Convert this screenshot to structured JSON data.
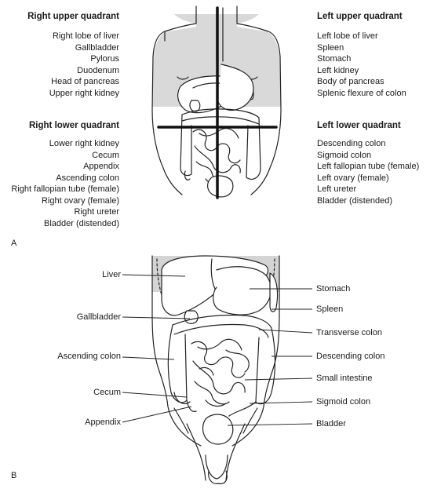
{
  "panel_a": {
    "letter": "A",
    "quadrants": {
      "right_upper": {
        "title": "Right upper quadrant",
        "items": [
          "Right lobe of liver",
          "Gallbladder",
          "Pylorus",
          "Duodenum",
          "Head of pancreas",
          "Upper right kidney"
        ]
      },
      "left_upper": {
        "title": "Left upper quadrant",
        "items": [
          "Left lobe of liver",
          "Spleen",
          "Stomach",
          "Left kidney",
          "Body of pancreas",
          "Splenic flexure of colon"
        ]
      },
      "right_lower": {
        "title": "Right lower quadrant",
        "items": [
          "Lower right kidney",
          "Cecum",
          "Appendix",
          "Ascending colon",
          "Right fallopian tube (female)",
          "Right ovary (female)",
          "Right ureter",
          "Bladder (distended)"
        ]
      },
      "left_lower": {
        "title": "Left lower quadrant",
        "items": [
          "Descending colon",
          "Sigmoid colon",
          "Left fallopian tube (female)",
          "Left ovary (female)",
          "Left ureter",
          "Bladder (distended)"
        ]
      }
    }
  },
  "panel_b": {
    "letter": "B",
    "labels_left": [
      "Liver",
      "Gallbladder",
      "Ascending colon",
      "Cecum",
      "Appendix"
    ],
    "labels_right": [
      "Stomach",
      "Spleen",
      "Transverse colon",
      "Descending colon",
      "Small intestine",
      "Sigmoid colon",
      "Bladder"
    ]
  }
}
